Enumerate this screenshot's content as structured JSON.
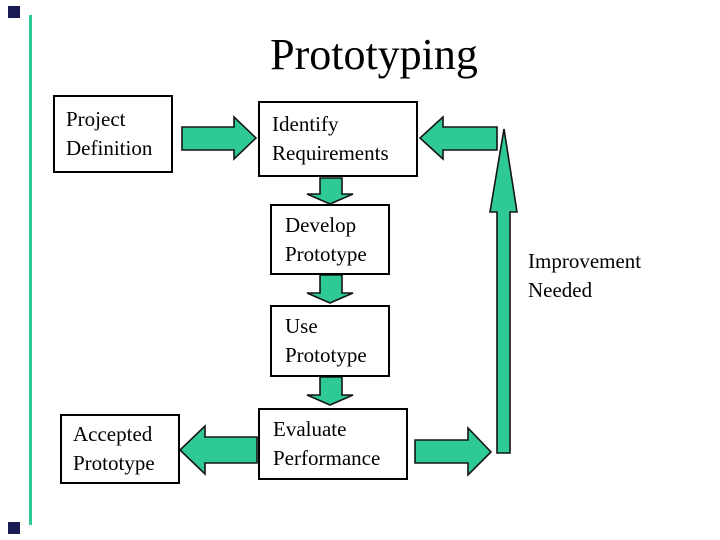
{
  "slide": {
    "title": "Prototyping"
  },
  "colors": {
    "arrow_green": "#2fc994",
    "arrow_outline": "#151515",
    "box_border": "#000000",
    "text_color": "#000000",
    "accent_navy": "#1c1c54",
    "background": "#ffffff"
  },
  "nodes": {
    "project_definition": {
      "label": "Project\nDefinition"
    },
    "identify_requirements": {
      "label": "Identify\nRequirements"
    },
    "develop_prototype": {
      "label": "Develop\nPrototype"
    },
    "use_prototype": {
      "label": "Use\nPrototype"
    },
    "evaluate_performance": {
      "label": "Evaluate\nPerformance"
    },
    "accepted_prototype": {
      "label": "Accepted\nPrototype"
    }
  },
  "annotations": {
    "improvement_needed": "Improvement\nNeeded"
  },
  "flows": [
    {
      "from": "Project Definition",
      "to": "Identify Requirements",
      "direction": "right"
    },
    {
      "from": "Identify Requirements",
      "to": "Develop Prototype",
      "direction": "down"
    },
    {
      "from": "Develop Prototype",
      "to": "Use Prototype",
      "direction": "down"
    },
    {
      "from": "Use Prototype",
      "to": "Evaluate Performance",
      "direction": "down"
    },
    {
      "from": "Evaluate Performance",
      "to": "Accepted Prototype",
      "direction": "left"
    },
    {
      "from": "Evaluate Performance",
      "to": "Identify Requirements",
      "via": "Improvement Needed",
      "direction": "up"
    }
  ]
}
